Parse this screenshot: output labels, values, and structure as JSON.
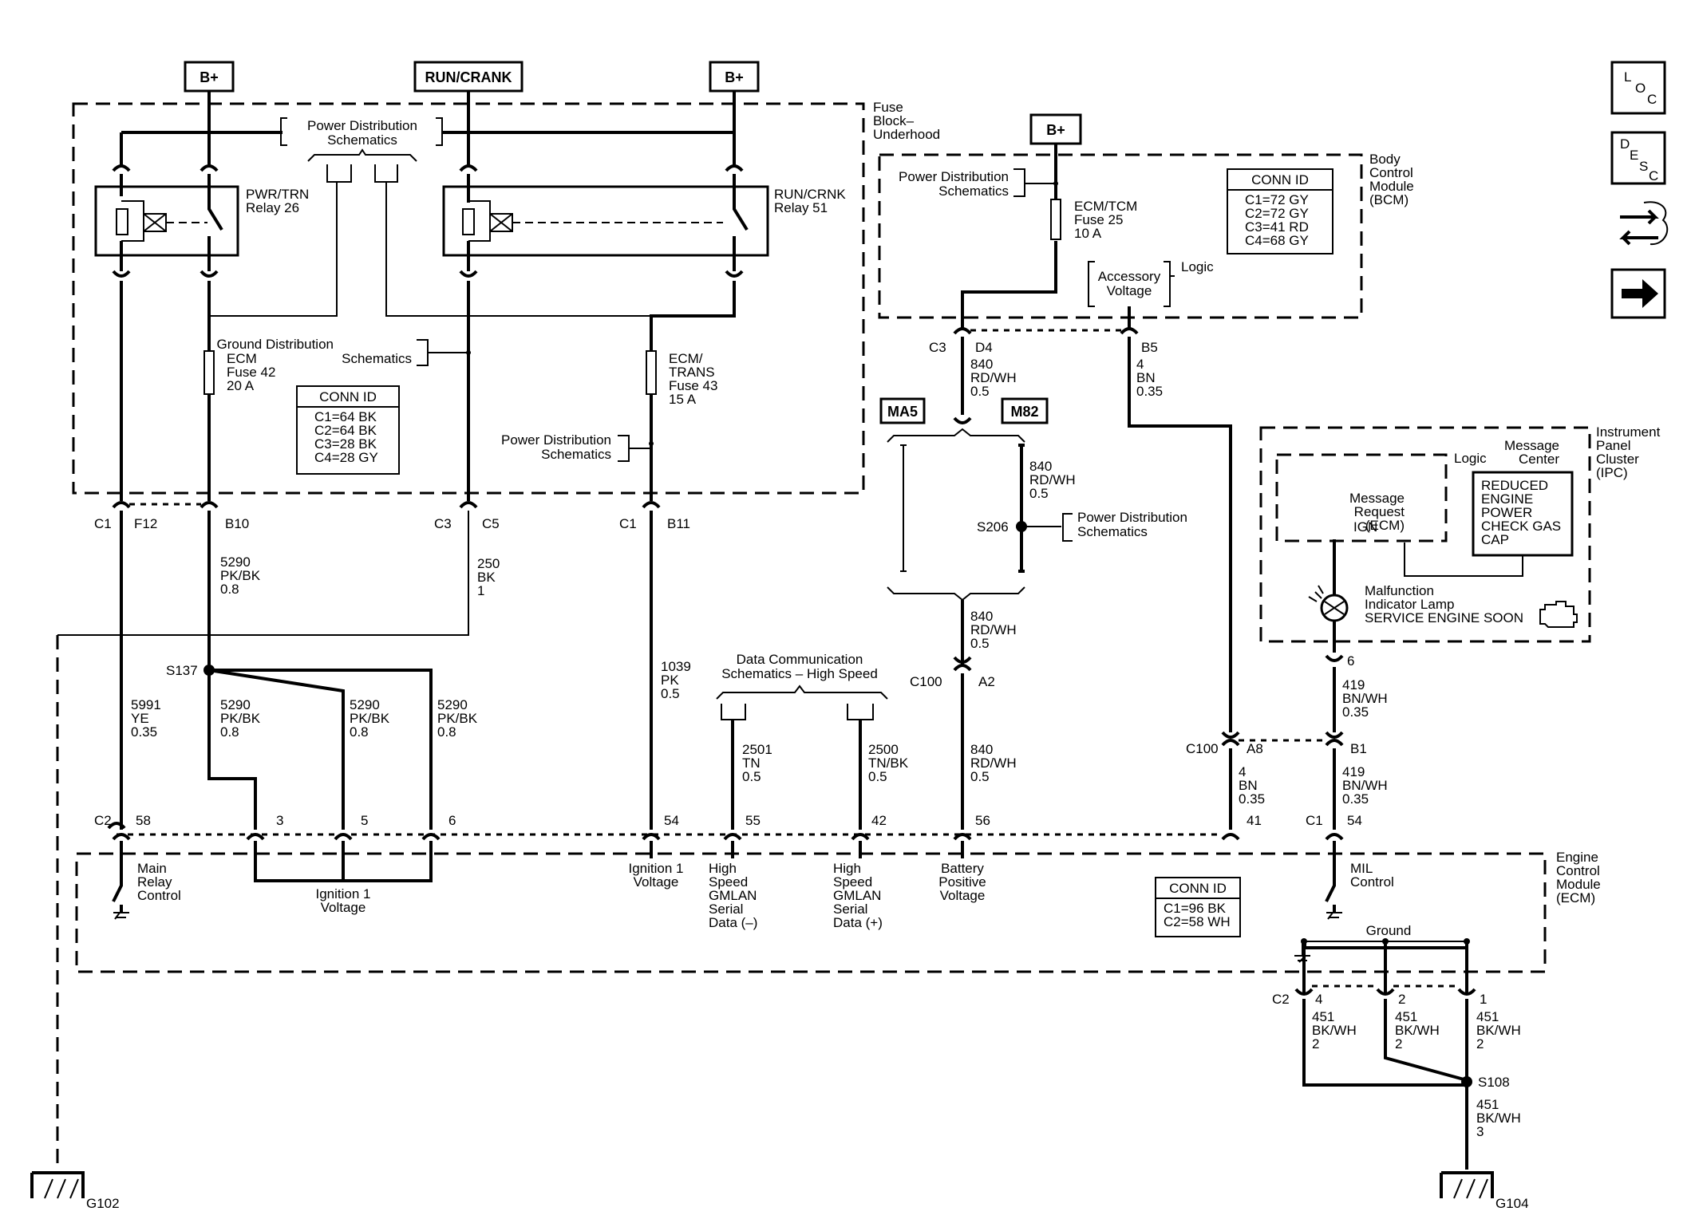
{
  "nav_buttons": {
    "loc": [
      "L",
      "O",
      "C"
    ],
    "desc": [
      "D",
      "E",
      "S",
      "C"
    ],
    "swap_icon": "swap-arrows-icon",
    "next_icon": "right-arrow-icon"
  },
  "power_tags": {
    "bplus_left": "B+",
    "run_crank": "RUN/CRANK",
    "bplus_mid": "B+",
    "bplus_bcm": "B+"
  },
  "fuse_block": {
    "title": [
      "Fuse",
      "Block–",
      "Underhood"
    ],
    "pd_top": [
      "Power Distribution",
      "Schematics"
    ],
    "relay26": [
      "PWR/TRN",
      "Relay 26"
    ],
    "relay51": [
      "RUN/CRNK",
      "Relay 51"
    ],
    "fuse42": [
      "ECM",
      "Fuse 42",
      "20 A"
    ],
    "gnd_dist": [
      "Ground Distribution",
      "Schematics"
    ],
    "fuse43": [
      "ECM/",
      "TRANS",
      "Fuse 43",
      "15 A"
    ],
    "pd_right": [
      "Power  Distribution",
      "Schematics"
    ],
    "conn_title": "CONN ID",
    "conn": [
      "C1=64 BK",
      "C2=64 BK",
      "C3=28 BK",
      "C4=28 GY"
    ]
  },
  "bcm": {
    "title": [
      "Body",
      "Control",
      "Module",
      "(BCM)"
    ],
    "pd": [
      "Power Distribution",
      "Schematics"
    ],
    "fuse25": [
      "ECM/TCM",
      "Fuse 25",
      "10 A"
    ],
    "accessory": [
      "Accessory",
      "Voltage"
    ],
    "logic": "Logic",
    "conn_title": "CONN ID",
    "conn": [
      "C1=72 GY",
      "C2=72 GY",
      "C3=41 RD",
      "C4=68 GY"
    ]
  },
  "ipc": {
    "title": [
      "Instrument",
      "Panel",
      "Cluster",
      "(IPC)"
    ],
    "logic": "Logic",
    "msg_center": [
      "Message",
      "Center"
    ],
    "msg_request": [
      "Message",
      "Request",
      "(ECM)"
    ],
    "ign": "IGN",
    "display": [
      "REDUCED",
      "ENGINE",
      "POWER",
      "CHECK GAS",
      "CAP"
    ],
    "mil": [
      "Malfunction",
      "Indicator Lamp",
      "SERVICE ENGINE SOON"
    ],
    "engine_icon": "check-engine-icon"
  },
  "ecm": {
    "title": [
      "Engine",
      "Control",
      "Module",
      "(ECM)"
    ],
    "main_relay": [
      "Main",
      "Relay",
      "Control"
    ],
    "ign1_voltage": [
      "Ignition 1",
      "Voltage"
    ],
    "ign1_voltage_b": [
      "Ignition 1",
      "Voltage"
    ],
    "gmlan_minus": [
      "High",
      "Speed",
      "GMLAN",
      "Serial",
      "Data (–)"
    ],
    "gmlan_plus": [
      "High",
      "Speed",
      "GMLAN",
      "Serial",
      "Data (+)"
    ],
    "battery": [
      "Battery",
      "Positive",
      "Voltage"
    ],
    "mil_control": [
      "MIL",
      "Control"
    ],
    "ground": "Ground",
    "conn_title": "CONN ID",
    "conn": [
      "C1=96 BK",
      "C2=58 WH"
    ]
  },
  "splices": {
    "s137": "S137",
    "s206": "S206",
    "s108": "S108"
  },
  "grounds": {
    "g102": "G102",
    "g104": "G104"
  },
  "inline": {
    "ma5": "MA5",
    "m82": "M82",
    "pd_s206": [
      "Power Distribution",
      "Schematics"
    ]
  },
  "data_comm": [
    "Data Communication",
    "Schematics – High Speed"
  ],
  "connectors": {
    "c1_f12": [
      "C1",
      "F12"
    ],
    "b10": "B10",
    "c3_c5": [
      "C3",
      "C5"
    ],
    "c1_b11": [
      "C1",
      "B11"
    ],
    "c3_d4": [
      "C3",
      "D4"
    ],
    "b5": "B5",
    "c100_a2": [
      "C100",
      "A2"
    ],
    "c100_a8": [
      "C100",
      "A8"
    ],
    "b1": "B1",
    "ipc6": "6",
    "ecm_c2_58": [
      "C2",
      "58"
    ],
    "ecm_3": "3",
    "ecm_5": "5",
    "ecm_6": "6",
    "ecm_54": "54",
    "ecm_55": "55",
    "ecm_42": "42",
    "ecm_56": "56",
    "ecm_41": "41",
    "ecm_c1_54": [
      "C1",
      "54"
    ],
    "gnd_c2_4": [
      "C2",
      "4"
    ],
    "gnd_2": "2",
    "gnd_1": "1"
  },
  "wires": {
    "w5290_top": [
      "5290",
      "PK/BK",
      "0.8"
    ],
    "w250": [
      "250",
      "BK",
      "1"
    ],
    "w1039": [
      "1039",
      "PK",
      "0.5"
    ],
    "w5991": [
      "5991",
      "YE",
      "0.35"
    ],
    "w5290_a": [
      "5290",
      "PK/BK",
      "0.8"
    ],
    "w5290_b": [
      "5290",
      "PK/BK",
      "0.8"
    ],
    "w5290_c": [
      "5290",
      "PK/BK",
      "0.8"
    ],
    "w2501": [
      "2501",
      "TN",
      "0.5"
    ],
    "w2500": [
      "2500",
      "TN/BK",
      "0.5"
    ],
    "w840_a": [
      "840",
      "RD/WH",
      "0.5"
    ],
    "w840_b": [
      "840",
      "RD/WH",
      "0.5"
    ],
    "w840_c": [
      "840",
      "RD/WH",
      "0.5"
    ],
    "w840_d": [
      "840",
      "RD/WH",
      "0.5"
    ],
    "w4_top": [
      "4",
      "BN",
      "0.35"
    ],
    "w4_bot": [
      "4",
      "BN",
      "0.35"
    ],
    "w419_top": [
      "419",
      "BN/WH",
      "0.35"
    ],
    "w419_bot": [
      "419",
      "BN/WH",
      "0.35"
    ],
    "w451_a": [
      "451",
      "BK/WH",
      "2"
    ],
    "w451_b": [
      "451",
      "BK/WH",
      "2"
    ],
    "w451_c": [
      "451",
      "BK/WH",
      "2"
    ],
    "w451_d": [
      "451",
      "BK/WH",
      "3"
    ]
  }
}
